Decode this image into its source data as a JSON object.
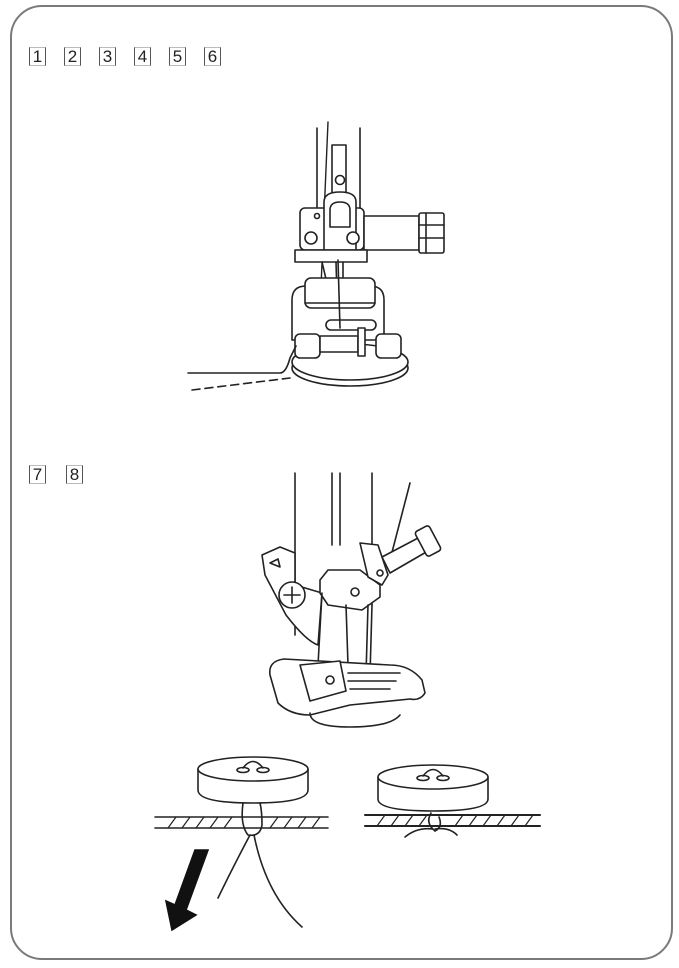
{
  "page": {
    "description": "Sewing machine manual page: button sewing with button foot",
    "frame_color": "#7a7a7a",
    "line_color": "#222222"
  },
  "step_groups": [
    {
      "name": "upper-illustration-steps",
      "steps": [
        "1",
        "2",
        "3",
        "4",
        "5",
        "6"
      ]
    },
    {
      "name": "middle-illustration-steps",
      "steps": [
        "7",
        "8"
      ]
    }
  ],
  "illustrations": [
    {
      "name": "button-foot-front-view",
      "subject": "Button sewing foot holding button, front view, with thread"
    },
    {
      "name": "button-foot-angled-view",
      "subject": "Button sewing foot with needle, angled view"
    },
    {
      "name": "button-thread-pull",
      "subject": "Button on fabric with threads pulled to back",
      "icon": "arrow-down-left-icon"
    },
    {
      "name": "button-thread-tied",
      "subject": "Button on fabric with threads tied underneath"
    }
  ]
}
